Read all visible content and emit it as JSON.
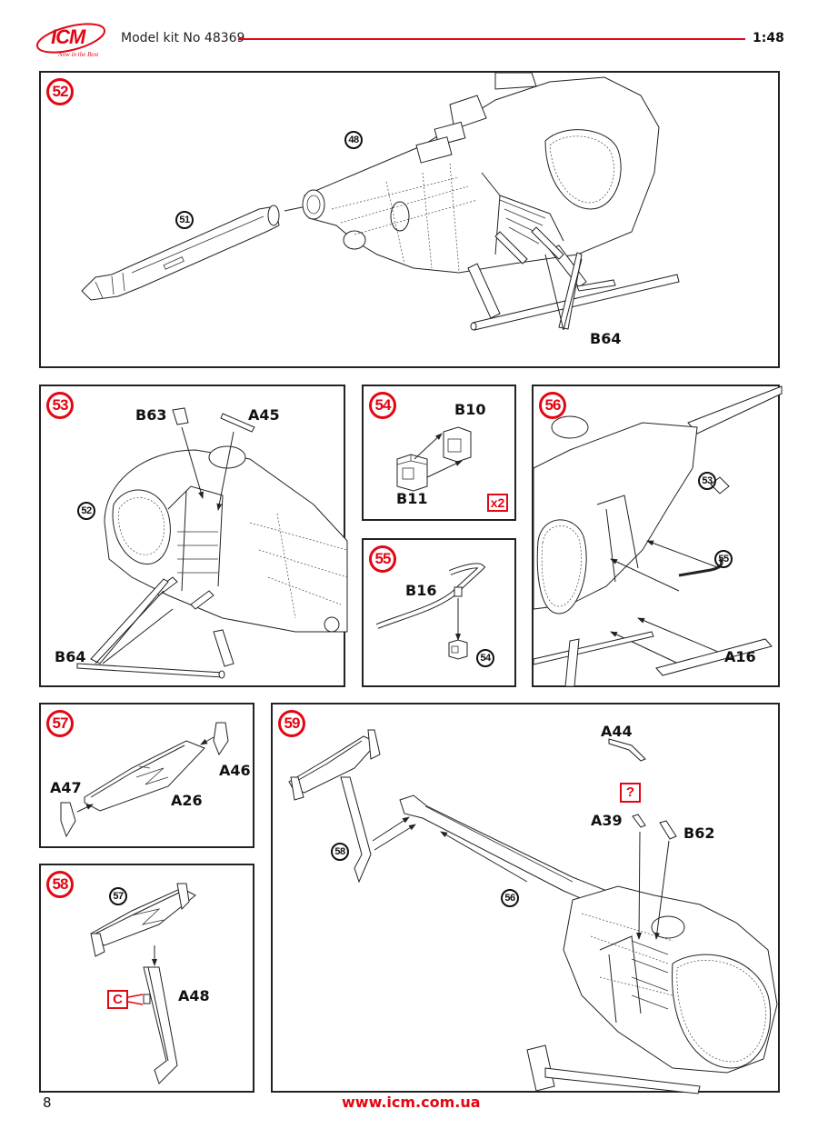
{
  "header": {
    "brand": "ICM",
    "tagline": "Now in the Best",
    "kit_label": "Model kit No 48369",
    "scale": "1:48",
    "accent_color": "#e30613"
  },
  "steps": [
    {
      "number": "52",
      "parts": [
        "B64"
      ],
      "refs": [
        "51",
        "48"
      ]
    },
    {
      "number": "53",
      "parts": [
        "B63",
        "A45",
        "B64"
      ],
      "refs": [
        "52"
      ]
    },
    {
      "number": "54",
      "parts": [
        "B10",
        "B11"
      ],
      "refs": [],
      "multiplier": "x2"
    },
    {
      "number": "55",
      "parts": [
        "B16"
      ],
      "refs": [
        "54"
      ]
    },
    {
      "number": "56",
      "parts": [
        "A16"
      ],
      "refs": [
        "53",
        "55"
      ]
    },
    {
      "number": "57",
      "parts": [
        "A46",
        "A47",
        "A26"
      ],
      "refs": []
    },
    {
      "number": "58",
      "parts": [
        "A48"
      ],
      "refs": [
        "57"
      ],
      "callout": "C"
    },
    {
      "number": "59",
      "parts": [
        "A44",
        "A39",
        "B62"
      ],
      "refs": [
        "58",
        "56"
      ],
      "callout": "?"
    }
  ],
  "footer": {
    "page_number": "8",
    "website": "www.icm.com.ua"
  }
}
